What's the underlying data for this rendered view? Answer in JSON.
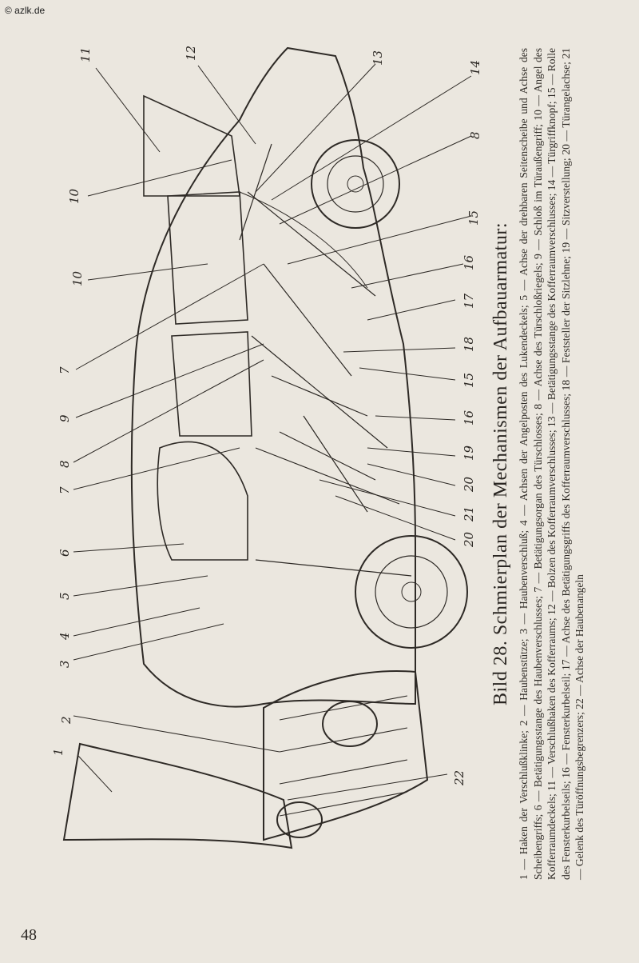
{
  "watermark": "© azlk.de",
  "page_number": "48",
  "figure": {
    "caption": "Bild 28. Schmierplan der Mechanismen der Aufbauarmatur:",
    "legend_text": "1 — Haken der Verschlußklinke; 2 — Haubenstütze; 3 — Haubenverschluß; 4 — Achsen der Angelposten des Lukendeckels; 5 — Achse der drehbaren Seitenscheibe und Achse des Scheibengriffs; 6 — Betätigungsstange des Haubenverschlusses; 7 — Betätigungsorgan des Türschlosses; 8 — Achse des Türschloßriegels; 9 — Schloß im Türaußengriff; 10 — Angel des Kofferraumdeckels; 11 — Verschlußhaken des Kofferraums; 12 — Bolzen des Kofferraumverschlusses; 13 — Betätigungsstange des Kofferraumverschlusses; 14 — Türgriffknopf; 15 — Rolle des Fensterkurbelseils; 16 — Fensterkurbelseil; 17 — Achse des Betätigungsgriffs des Kofferraumverschlusses; 18 — Feststeller der Sitzlehne; 19 — Sitzverstellung; 20 — Türangelachse; 21 — Gelenk des Türöffnungsbegrenzers; 22 — Achse der Haubenangeln",
    "labels": [
      "1",
      "2",
      "3",
      "4",
      "5",
      "6",
      "7",
      "8",
      "9",
      "10",
      "11",
      "12",
      "13",
      "14",
      "15",
      "16",
      "17",
      "18",
      "19",
      "20",
      "21",
      "22"
    ]
  }
}
